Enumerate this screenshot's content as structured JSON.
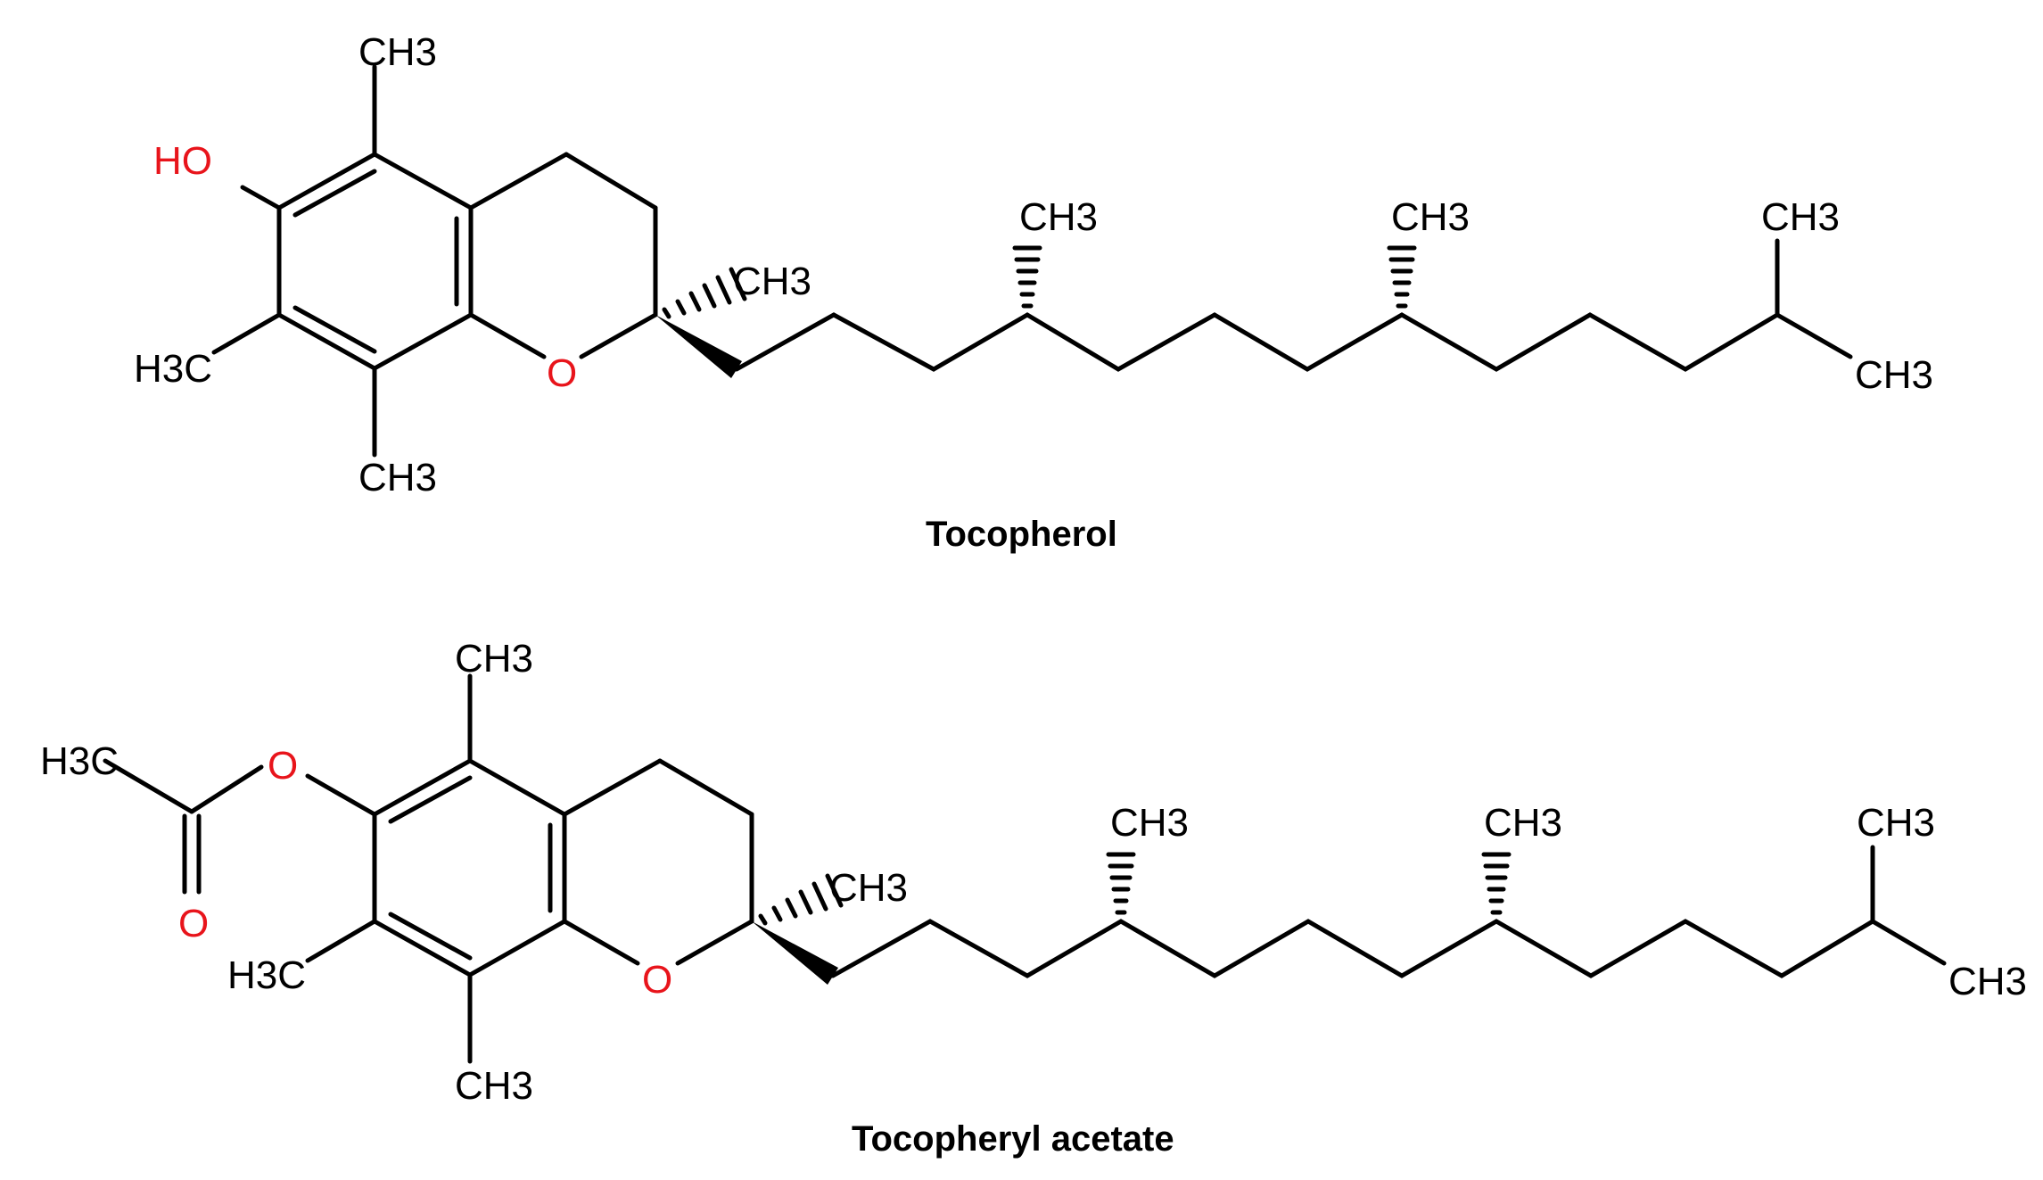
{
  "molecules": [
    {
      "name": "Tocopherol",
      "labels": {
        "hydroxyl": "HO",
        "ring_oxygen": "O",
        "methyl_top": "CH3",
        "methyl_c7": "H3C",
        "methyl_c8": "CH3",
        "methyl_c2": "CH3",
        "methyl_chain_1": "CH3",
        "methyl_chain_2": "CH3",
        "methyl_terminal_upper": "CH3",
        "methyl_terminal_lower": "CH3"
      }
    },
    {
      "name": "Tocopheryl acetate",
      "labels": {
        "acetyl_methyl": "H3C",
        "ester_oxygen": "O",
        "carbonyl_oxygen": "O",
        "ring_oxygen": "O",
        "methyl_top": "CH3",
        "methyl_c7": "H3C",
        "methyl_c8": "CH3",
        "methyl_c2": "CH3",
        "methyl_chain_1": "CH3",
        "methyl_chain_2": "CH3",
        "methyl_terminal_upper": "CH3",
        "methyl_terminal_lower": "CH3"
      }
    }
  ],
  "colors": {
    "bond": "#000000",
    "heteroatom": "#e8141b"
  }
}
